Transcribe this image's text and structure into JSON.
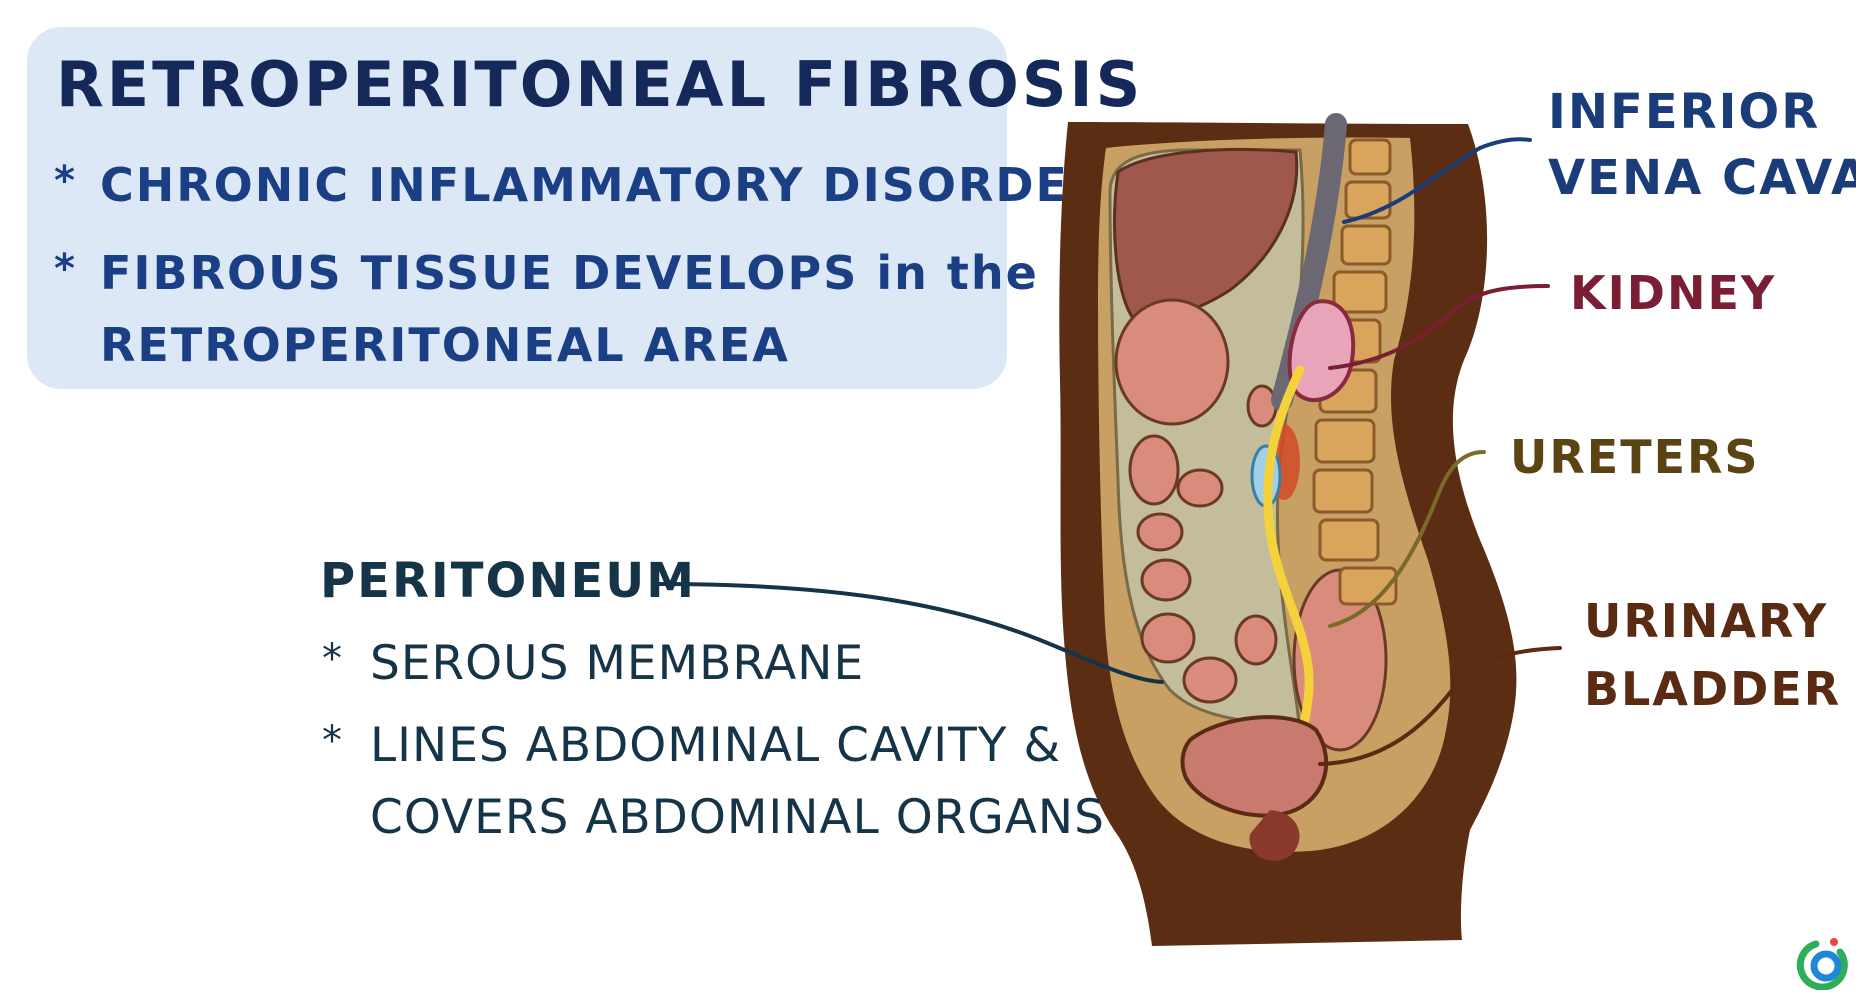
{
  "card": {
    "title": "RETROPERITONEAL FIBROSIS",
    "bullet_symbol": "*",
    "bullets": [
      {
        "text": "CHRONIC INFLAMMATORY DISORDER"
      },
      {
        "text": "FIBROUS TISSUE DEVELOPS in the",
        "continuation": "RETROPERITONEAL AREA"
      }
    ]
  },
  "labels": {
    "ivc_line1": "INFERIOR",
    "ivc_line2": "VENA CAVA",
    "kidney": "KIDNEY",
    "ureters": "URETERS",
    "bladder_line1": "URINARY",
    "bladder_line2": "BLADDER"
  },
  "peritoneum": {
    "title": "PERITONEUM",
    "bullet_symbol": "*",
    "points": [
      {
        "text": "SEROUS MEMBRANE"
      },
      {
        "text": "LINES ABDOMINAL CAVITY &",
        "continuation": "COVERS ABDOMINAL ORGANS"
      }
    ]
  },
  "colors": {
    "card_bg": "#dde8f6",
    "title": "#14285a",
    "bullets": "#1a3f85",
    "ivc_label": "#1a3c78",
    "kidney_label": "#7a1e33",
    "ureters_label": "#5a4414",
    "bladder_label": "#5a2a12",
    "peritoneum_text": "#163448",
    "body_outer": "#5b2e13",
    "cavity": "#c9a064",
    "ureter": "#f3d23c",
    "kidney": "#e8a4b8",
    "ivc": "#6b6874"
  },
  "icons": {
    "logo": "osmosis-logo-icon"
  }
}
